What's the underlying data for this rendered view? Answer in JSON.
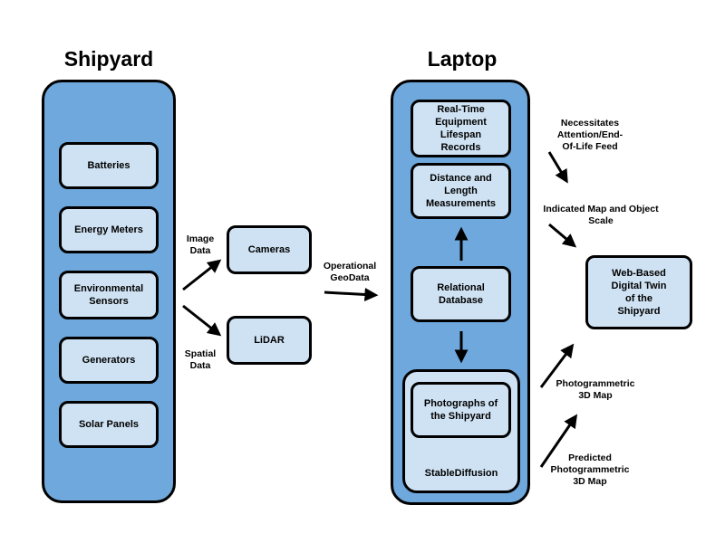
{
  "titles": {
    "shipyard": "Shipyard",
    "laptop": "Laptop"
  },
  "shipyard_items": [
    "Batteries",
    "Energy Meters",
    "Environmental Sensors",
    "Generators",
    "Solar Panels"
  ],
  "capture": {
    "cameras": "Cameras",
    "lidar": "LiDAR"
  },
  "laptop_items": {
    "lifespan": "Real-Time\nEquipment\nLifespan\nRecords",
    "distance": "Distance and\nLength\nMeasurements",
    "database": "Relational\nDatabase",
    "photographs": "Photographs of\nthe Shipyard",
    "stable_diffusion": "StableDiffusion"
  },
  "output": {
    "digital_twin": "Web-Based\nDigital Twin\nof the\nShipyard"
  },
  "edge_labels": {
    "image_data": "Image\nData",
    "spatial_data": "Spatial\nData",
    "operational_geodata": "Operational\nGeoData",
    "necessitates": "Necessitates\nAttention/End-\nOf-Life Feed",
    "indicated_map": "Indicated Map and Object\nScale",
    "photogrammetric": "Photogrammetric\n3D Map",
    "predicted": "Predicted\nPhotogrammetric\n3D Map"
  },
  "colors": {
    "container_fill": "#6fa8dc",
    "node_fill": "#cfe2f3",
    "stroke": "#000000"
  }
}
